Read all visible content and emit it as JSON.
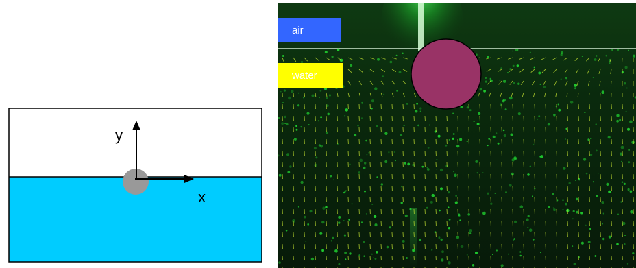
{
  "schematic": {
    "x_axis_label": "x",
    "y_axis_label": "y",
    "colors": {
      "water": "#00ccff",
      "air": "#ffffff",
      "particle": "#999999",
      "outline": "#000000"
    }
  },
  "piv_image": {
    "labels": {
      "air": "air",
      "water": "water"
    },
    "colors": {
      "air_label_bg": "#3366ff",
      "air_label_text": "#ffffff",
      "water_label_bg": "#ffff00",
      "water_label_text": "#ffffff",
      "particle": "#993366",
      "background": "#050805",
      "vectors": "#c8e632",
      "glow": "#22dd33"
    }
  }
}
